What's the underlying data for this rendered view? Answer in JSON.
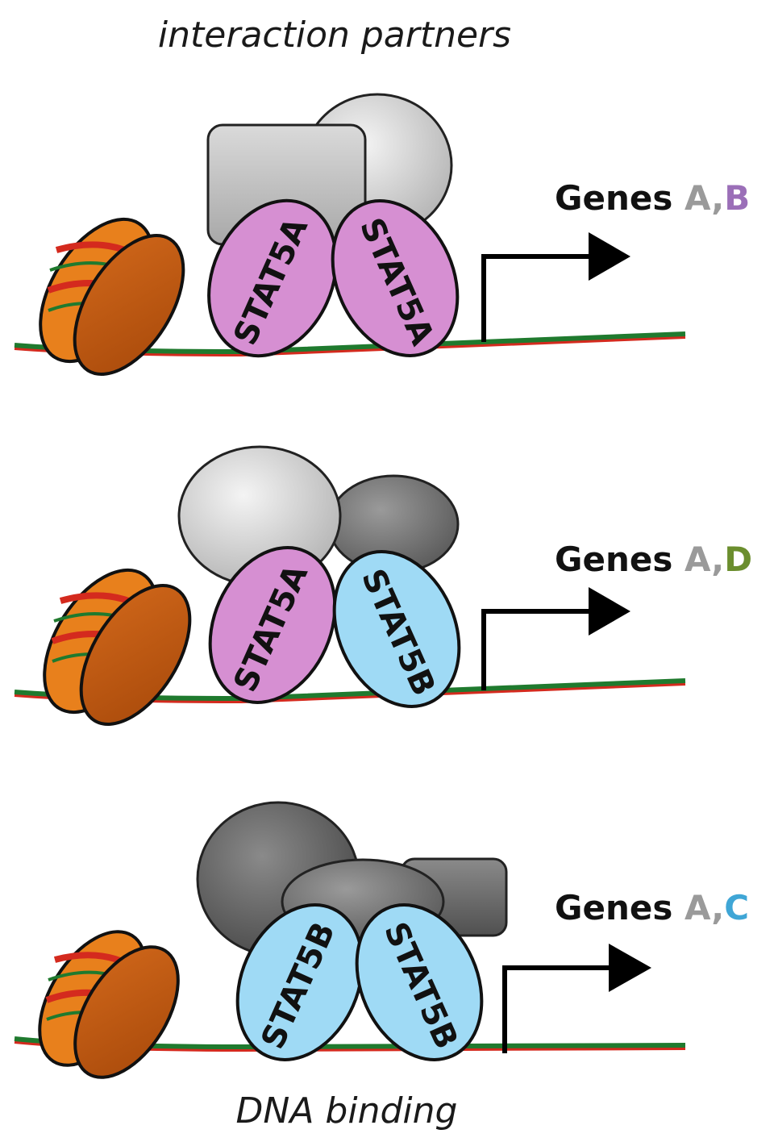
{
  "header_label": "interaction partners",
  "footer_label": "DNA binding",
  "colors": {
    "stat5a": "#d68fd2",
    "stat5b": "#9fdaf5",
    "gene_a": "#9a9a9a",
    "gene_b": "#9b6fb8",
    "gene_c": "#3fa6d6",
    "gene_d": "#6b8e2e",
    "dna_green": "#1f7a2e",
    "dna_red": "#d42a1e",
    "nucleosome": "#c0580e"
  },
  "panels": [
    {
      "genes_word": "Genes",
      "gene_first": "A",
      "gene_sep": ",",
      "gene_second": "B",
      "left_protein": "STAT5A",
      "right_protein": "STAT5A"
    },
    {
      "genes_word": "Genes",
      "gene_first": "A",
      "gene_sep": ",",
      "gene_second": "D",
      "left_protein": "STAT5A",
      "right_protein": "STAT5B"
    },
    {
      "genes_word": "Genes",
      "gene_first": "A",
      "gene_sep": ",",
      "gene_second": "C",
      "left_protein": "STAT5B",
      "right_protein": "STAT5B"
    }
  ]
}
